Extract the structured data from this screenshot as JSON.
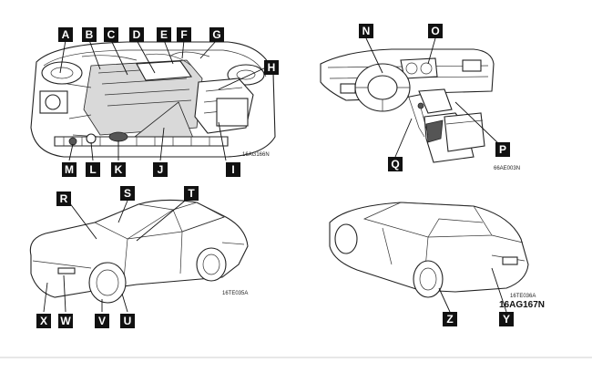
{
  "labels": {
    "A": "A",
    "B": "B",
    "C": "C",
    "D": "D",
    "E": "E",
    "F": "F",
    "G": "G",
    "H": "H",
    "I": "I",
    "J": "J",
    "K": "K",
    "L": "L",
    "M": "M",
    "N": "N",
    "O": "O",
    "P": "P",
    "Q": "Q",
    "R": "R",
    "S": "S",
    "T": "T",
    "U": "U",
    "V": "V",
    "W": "W",
    "X": "X",
    "Y": "Y",
    "Z": "Z"
  },
  "figure_refs": {
    "engine": "16AG166N",
    "dashboard": "66AE003N",
    "car_front": "16TE035A",
    "car_rear": "16TE036A",
    "rear_combined": "16AG167N"
  }
}
